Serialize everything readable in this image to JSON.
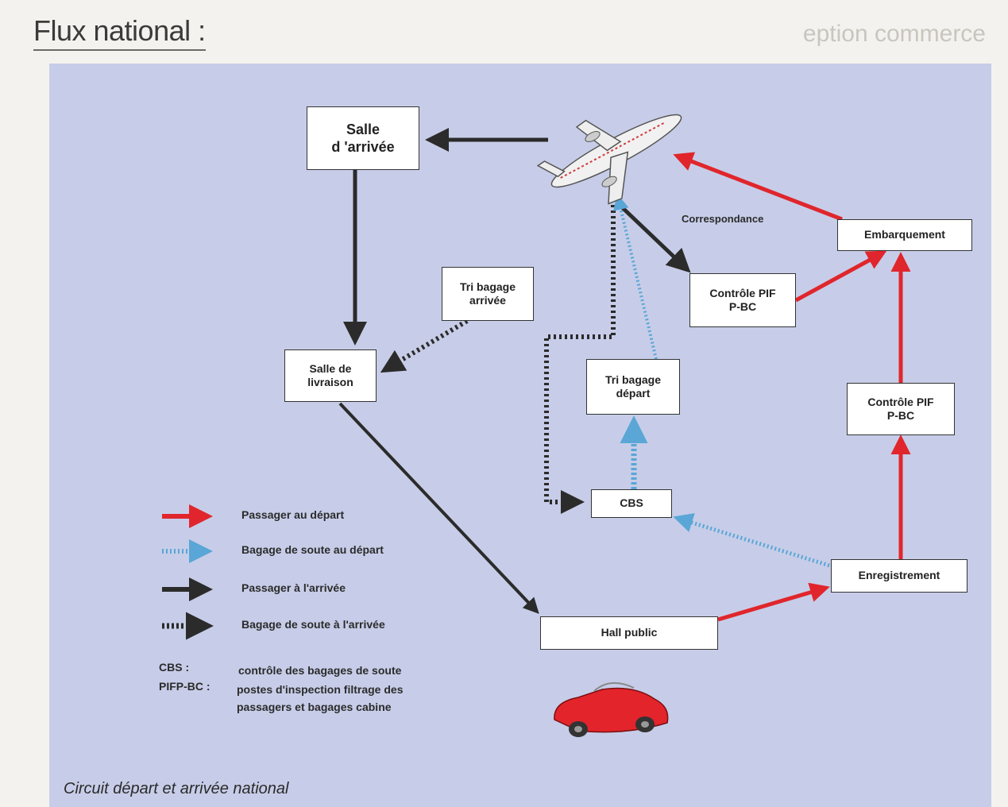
{
  "header": {
    "title": "Flux national :",
    "ghost_text": "eption commerce"
  },
  "nodes": {
    "salle_arrivee": "Salle\nd 'arrivée",
    "tri_bagage_arrivee": "Tri bagage\narrivée",
    "salle_livraison": "Salle de\nlivraison",
    "controle_pif_top": "Contrôle PIF\nP-BC",
    "embarquement": "Embarquement",
    "tri_bagage_depart": "Tri bagage\ndépart",
    "controle_pif_right": "Contrôle PIF\nP-BC",
    "cbs": "CBS",
    "enregistrement": "Enregistrement",
    "hall_public": "Hall public"
  },
  "edge_labels": {
    "correspondance": "Correspondance"
  },
  "legend": {
    "items": [
      {
        "label": "Passager au départ",
        "style": "solid",
        "color": "#e0262c"
      },
      {
        "label": "Bagage de soute au départ",
        "style": "dotted",
        "color": "#5aa6d6"
      },
      {
        "label": "Passager à l'arrivée",
        "style": "solid",
        "color": "#2b2b2b"
      },
      {
        "label": "Bagage de soute à l'arrivée",
        "style": "dashed",
        "color": "#2b2b2b"
      }
    ]
  },
  "abbreviations": [
    {
      "term": "CBS :",
      "definition": "contrôle des bagages de soute"
    },
    {
      "term": "PIFP-BC :",
      "definition": "postes d'inspection filtrage des\npassagers et bagages cabine"
    }
  ],
  "caption": "Circuit départ et arrivée national",
  "icons": {
    "airplane": "airplane-icon",
    "car": "car-icon"
  },
  "colors": {
    "departure_passenger": "#e0262c",
    "departure_baggage": "#5aa6d6",
    "arrival": "#2b2b2b",
    "panel": "#c7cde8"
  }
}
